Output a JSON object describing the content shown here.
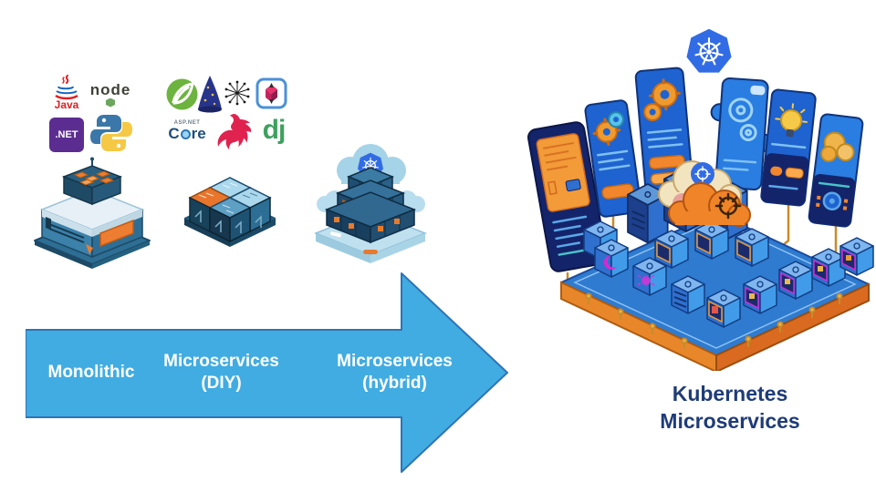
{
  "slide": {
    "background": "#FFFFFF",
    "title": {
      "line1": "Kubernetes",
      "line2": "Microservices",
      "color": "#1F3C78"
    }
  },
  "arrow": {
    "fill": "#41ACE1",
    "border": "#2E74B5",
    "text_color": "#FFFFFF",
    "monolithic_label": "Monolithic",
    "diy_label_line1": "Microservices",
    "diy_label_line2": "(DIY)",
    "hybrid_label_line1": "Microservices",
    "hybrid_label_line2": "(hybrid)"
  },
  "tech_logos": {
    "java_label": "Java",
    "node_label": "node",
    "dotnet_label": ".NET",
    "aspnet_brand": "ASP.NET",
    "aspnet_core_c": "C",
    "aspnet_core_re": "re",
    "django_label": "dj"
  },
  "icons": {
    "kubernetes_logo": "white ship-wheel in blue heptagon",
    "spring_logo": "white leaf in green circle",
    "python_logo": "blue and yellow interlocked snakes",
    "nestjs_logo": "red cat head",
    "wizard_hat_logo": "dark blue starred cone",
    "burst_logo": "black radial dot burst",
    "cube_box_logo": "dark cube with red star in rounded blue square",
    "gear_icon": "orange and blue cogwheels",
    "lightbulb_icon": "yellow bulb with rays",
    "coins_cloud_icon": "golden cloud of coins",
    "crescent_moon_icon": "magenta crescent",
    "bug_icon": "magenta bug"
  },
  "palette": {
    "kubernetes_blue": "#326CE5",
    "cube_blue": "#2F6FCE",
    "cube_top_blue": "#7FB6EF",
    "platform_orange": "#E8872A",
    "accent_orange": "#ED7D31",
    "panel_navy": "#14246B",
    "panel_blue": "#1E63D0",
    "magenta": "#D12BD1",
    "wire_gold": "#C98A2B",
    "light_blue": "#A9D6EA"
  }
}
